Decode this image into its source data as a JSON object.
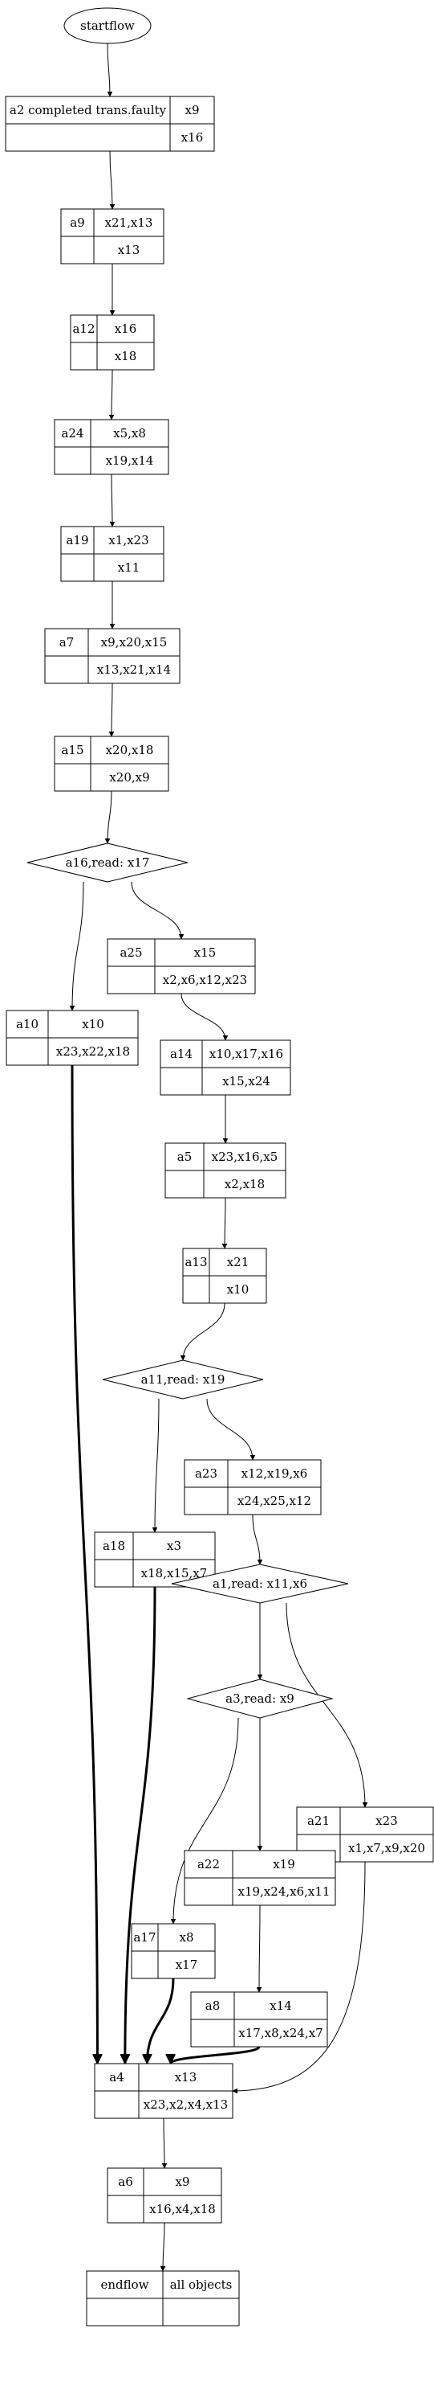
{
  "nodes": {
    "start": {
      "kind": "ellipse",
      "label": "startflow"
    },
    "a2": {
      "kind": "record",
      "name": "a2 completed trans.faulty",
      "top": "x9",
      "bottom": "x16"
    },
    "a9": {
      "kind": "record",
      "name": "a9",
      "top": "x21,x13",
      "bottom": "x13"
    },
    "a12": {
      "kind": "record",
      "name": "a12",
      "top": "x16",
      "bottom": "x18"
    },
    "a24": {
      "kind": "record",
      "name": "a24",
      "top": "x5,x8",
      "bottom": "x19,x14"
    },
    "a19": {
      "kind": "record",
      "name": "a19",
      "top": "x1,x23",
      "bottom": "x11"
    },
    "a7": {
      "kind": "record",
      "name": "a7",
      "top": "x9,x20,x15",
      "bottom": "x13,x21,x14"
    },
    "a15": {
      "kind": "record",
      "name": "a15",
      "top": "x20,x18",
      "bottom": "x20,x9"
    },
    "a16": {
      "kind": "diamond",
      "label": "a16,read: x17"
    },
    "a25": {
      "kind": "record",
      "name": "a25",
      "top": "x15",
      "bottom": "x2,x6,x12,x23"
    },
    "a10": {
      "kind": "record",
      "name": "a10",
      "top": "x10",
      "bottom": "x23,x22,x18"
    },
    "a14": {
      "kind": "record",
      "name": "a14",
      "top": "x10,x17,x16",
      "bottom": "x15,x24"
    },
    "a5": {
      "kind": "record",
      "name": "a5",
      "top": "x23,x16,x5",
      "bottom": "x2,x18"
    },
    "a13": {
      "kind": "record",
      "name": "a13",
      "top": "x21",
      "bottom": "x10"
    },
    "a11": {
      "kind": "diamond",
      "label": "a11,read: x19"
    },
    "a23": {
      "kind": "record",
      "name": "a23",
      "top": "x12,x19,x6",
      "bottom": "x24,x25,x12"
    },
    "a18": {
      "kind": "record",
      "name": "a18",
      "top": "x3",
      "bottom": "x18,x15,x7"
    },
    "a1": {
      "kind": "diamond",
      "label": "a1,read: x11,x6"
    },
    "a3": {
      "kind": "diamond",
      "label": "a3,read: x9"
    },
    "a21": {
      "kind": "record",
      "name": "a21",
      "top": "x23",
      "bottom": "x1,x7,x9,x20"
    },
    "a22": {
      "kind": "record",
      "name": "a22",
      "top": "x19",
      "bottom": "x19,x24,x6,x11"
    },
    "a17": {
      "kind": "record",
      "name": "a17",
      "top": "x8",
      "bottom": "x17"
    },
    "a8": {
      "kind": "record",
      "name": "a8",
      "top": "x14",
      "bottom": "x17,x8,x24,x7"
    },
    "a4": {
      "kind": "record",
      "name": "a4",
      "top": "x13",
      "bottom": "x23,x2,x4,x13"
    },
    "a6": {
      "kind": "record",
      "name": "a6",
      "top": "x9",
      "bottom": "x16,x4,x18"
    },
    "end": {
      "kind": "record",
      "name": "endflow",
      "top": "all objects",
      "bottom": ""
    }
  },
  "edges": [
    {
      "from": "start",
      "to": "a2",
      "bold": false
    },
    {
      "from": "a2",
      "to": "a9",
      "bold": false
    },
    {
      "from": "a9",
      "to": "a12",
      "bold": false
    },
    {
      "from": "a12",
      "to": "a24",
      "bold": false
    },
    {
      "from": "a24",
      "to": "a19",
      "bold": false
    },
    {
      "from": "a19",
      "to": "a7",
      "bold": false
    },
    {
      "from": "a7",
      "to": "a15",
      "bold": false
    },
    {
      "from": "a15",
      "to": "a16",
      "bold": false
    },
    {
      "from": "a16",
      "to": "a25",
      "bold": false
    },
    {
      "from": "a16",
      "to": "a10",
      "bold": false
    },
    {
      "from": "a25",
      "to": "a14",
      "bold": false
    },
    {
      "from": "a14",
      "to": "a5",
      "bold": false
    },
    {
      "from": "a5",
      "to": "a13",
      "bold": false
    },
    {
      "from": "a13",
      "to": "a11",
      "bold": false
    },
    {
      "from": "a11",
      "to": "a23",
      "bold": false
    },
    {
      "from": "a11",
      "to": "a18",
      "bold": false
    },
    {
      "from": "a23",
      "to": "a1",
      "bold": false
    },
    {
      "from": "a1",
      "to": "a3",
      "bold": false
    },
    {
      "from": "a1",
      "to": "a21",
      "bold": false
    },
    {
      "from": "a3",
      "to": "a22",
      "bold": false
    },
    {
      "from": "a3",
      "to": "a17",
      "bold": false
    },
    {
      "from": "a22",
      "to": "a8",
      "bold": false
    },
    {
      "from": "a21",
      "to": "a4",
      "bold": false
    },
    {
      "from": "a10",
      "to": "a4",
      "bold": true
    },
    {
      "from": "a18",
      "to": "a4",
      "bold": true
    },
    {
      "from": "a17",
      "to": "a4",
      "bold": true
    },
    {
      "from": "a8",
      "to": "a4",
      "bold": true
    },
    {
      "from": "a4",
      "to": "a6",
      "bold": false
    },
    {
      "from": "a6",
      "to": "end",
      "bold": false
    }
  ]
}
